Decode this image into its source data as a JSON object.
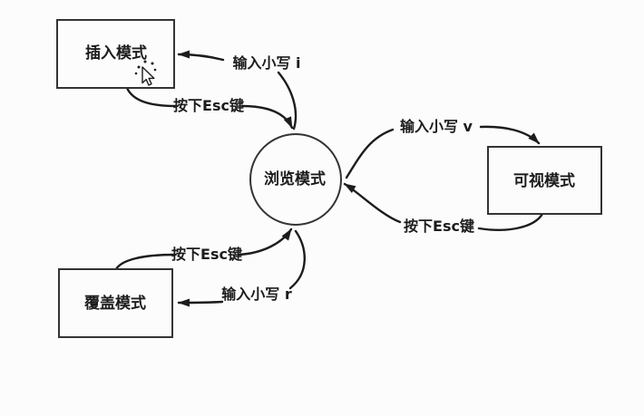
{
  "canvas": {
    "background": "#fcfcfc",
    "stroke_color": "#1c1c1c"
  },
  "diagram": {
    "type": "state-diagram",
    "topic": "vim-editor-modes",
    "nodes": {
      "insert": {
        "label": "插入模式",
        "shape": "rectangle"
      },
      "normal": {
        "label": "浏览模式",
        "shape": "circle"
      },
      "visual": {
        "label": "可视模式",
        "shape": "rectangle"
      },
      "replace": {
        "label": "覆盖模式",
        "shape": "rectangle"
      }
    },
    "edges": {
      "normal_to_insert": {
        "label": "输入小写 i",
        "from": "normal",
        "to": "insert"
      },
      "insert_to_normal": {
        "label": "按下Esc键",
        "from": "insert",
        "to": "normal"
      },
      "normal_to_visual": {
        "label": "输入小写 v",
        "from": "normal",
        "to": "visual"
      },
      "visual_to_normal": {
        "label": "按下Esc键",
        "from": "visual",
        "to": "normal"
      },
      "normal_to_replace": {
        "label": "输入小写 r",
        "from": "normal",
        "to": "replace"
      },
      "replace_to_normal": {
        "label": "按下Esc键",
        "from": "replace",
        "to": "normal"
      }
    },
    "cursor": "pointer-with-busy-dots"
  }
}
